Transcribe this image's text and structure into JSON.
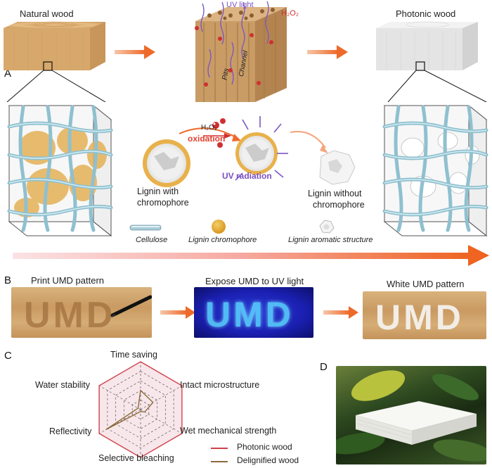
{
  "panel_a": {
    "letter": "A",
    "natural_wood": "Natural wood",
    "photonic_wood": "Photonic wood",
    "uv_light": "UV light",
    "h2o2": "H₂O₂",
    "pits": "Pits",
    "channel": "Channel",
    "h2o2_small": "H₂O₂",
    "oxidation": "oxidation",
    "uv_radiation": "UV radiation",
    "lignin_with": "Lignin with",
    "chromophore_1": "chromophore",
    "lignin_without": "Lignin without",
    "chromophore_2": "chromophore",
    "legend_cellulose": "Cellulose",
    "legend_lignin_chromophore": "Lignin chromophore",
    "legend_lignin_aromatic": "Lignin aromatic structure"
  },
  "panel_b": {
    "letter": "B",
    "step1": "Print UMD pattern",
    "step2": "Expose UMD to UV light",
    "step3": "White UMD pattern",
    "umd": "UMD"
  },
  "panel_c": {
    "letter": "C",
    "axes": [
      "Time saving",
      "Intact microstructure",
      "Wet mechanical strength",
      "Selective bleaching",
      "Reflectivity",
      "Water stability"
    ],
    "legend": [
      {
        "name": "Photonic wood",
        "color": "#d0404a"
      },
      {
        "name": "Delignified wood",
        "color": "#8a6a3a"
      }
    ],
    "photonic_values": [
      5,
      5,
      5,
      5,
      5,
      5
    ],
    "delignified_values": [
      2,
      1.5,
      0.5,
      0.2,
      4.2,
      0.3
    ]
  },
  "panel_d": {
    "letter": "D"
  },
  "colors": {
    "arrow": "#ee7a3a",
    "cellulose": "#a8ccd6",
    "lignin": "#e0a83a",
    "uv_text": "#7a4fbf",
    "oxidation_text": "#e04030"
  }
}
